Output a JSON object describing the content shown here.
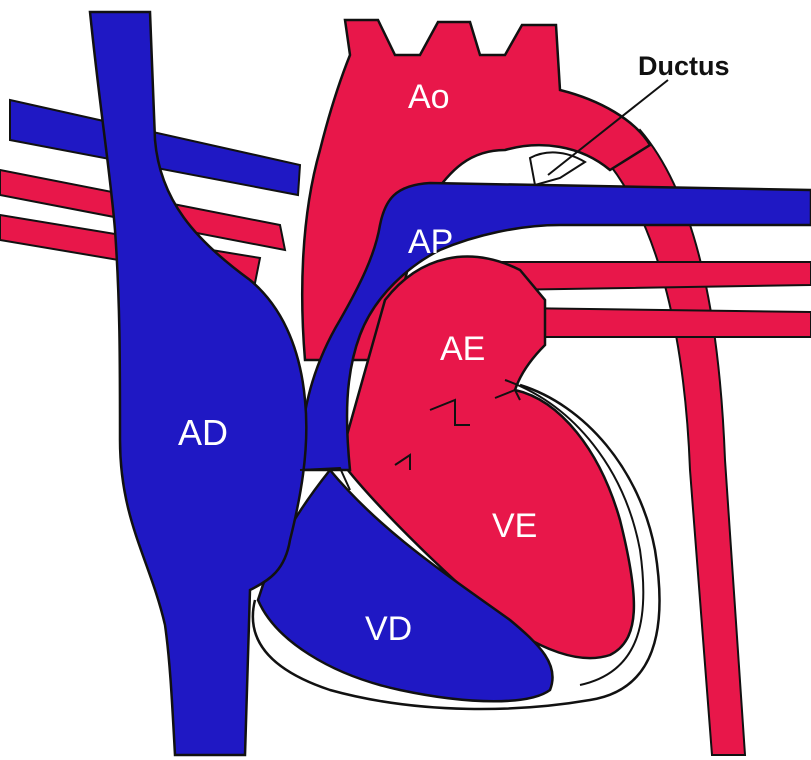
{
  "diagram": {
    "colors": {
      "arterial_red": "#e8174a",
      "venous_blue": "#1f18c4",
      "outline": "#111111",
      "background": "#ffffff"
    },
    "labels": {
      "aorta": "Ao",
      "pulmonary_artery": "AP",
      "left_atrium": "AE",
      "right_atrium": "AD",
      "left_ventricle": "VE",
      "right_ventricle": "VD",
      "ductus": "Ductus"
    }
  }
}
